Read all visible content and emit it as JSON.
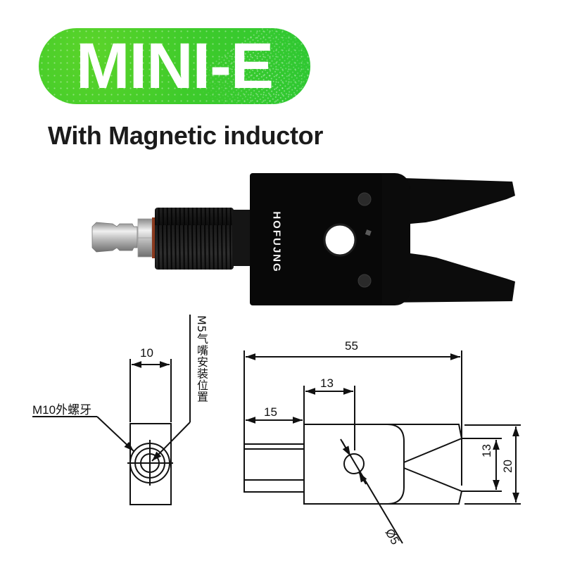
{
  "header": {
    "badge_title": "MINI-E",
    "subtitle": "With Magnetic inductor",
    "badge_color": "#3ecb2b"
  },
  "product_photo": {
    "brand_text": "HOFUJNG",
    "body_color": "#0c0c0c",
    "fitting_color": "#c8c8c8"
  },
  "side_view": {
    "width_dim": "10",
    "thread_label": "M10外螺牙",
    "nozzle_label": "M5气嘴安装位置"
  },
  "top_view": {
    "overall_length": "55",
    "thread_length": "15",
    "hole_offset": "13",
    "jaw_opening": "13",
    "body_height": "20",
    "hole_diameter": "Ø5"
  }
}
